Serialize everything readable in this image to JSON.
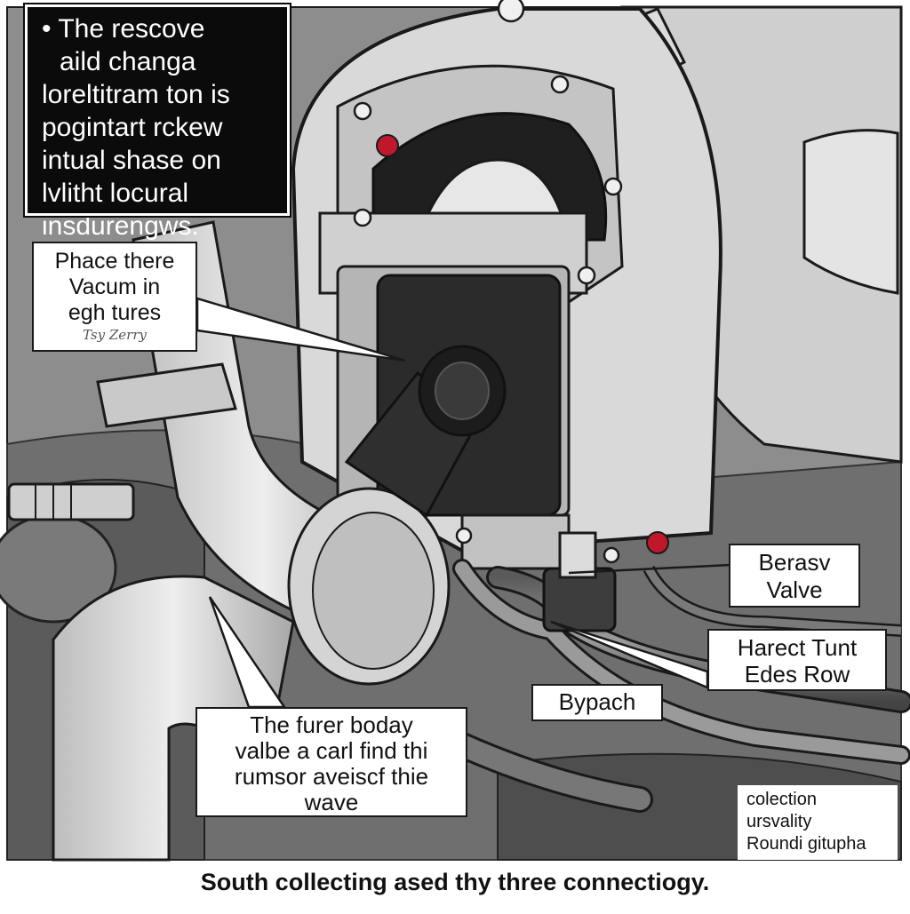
{
  "callouts": {
    "intro": {
      "bullet": "•",
      "lines": [
        "The rescove",
        "aild changa",
        "loreltitram ton is",
        "pogintart rckew",
        "intual shase on",
        "lvlitht locural",
        "insdurengws."
      ]
    },
    "vacuum": {
      "lines": [
        "Phace there",
        "Vacum in",
        "egh tures"
      ],
      "signature": "Tsy Zerry"
    },
    "valve": {
      "lines": [
        "Berasv",
        "Valve"
      ]
    },
    "tunt": {
      "lines": [
        "Harect Tunt",
        "Edes Row"
      ]
    },
    "bypach": {
      "lines": [
        "Bypach"
      ]
    },
    "body": {
      "lines": [
        "The furer boday",
        "valbe a carl find thi",
        "rumsor aveiscf thie",
        "wave"
      ]
    },
    "collection": {
      "lines": [
        "colection",
        "ursvality",
        "Roundi gitupha"
      ]
    }
  },
  "caption": "South collecting ased thy three connectiogy.",
  "colors": {
    "marker": "#c0182a",
    "line": "#1a1a1a",
    "light_gray": "#d6d6d6",
    "mid_gray": "#9a9a9a",
    "dark_gray": "#555555"
  }
}
